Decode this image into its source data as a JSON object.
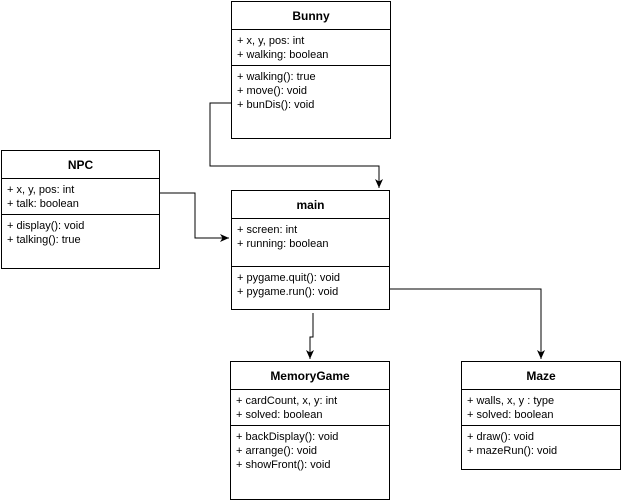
{
  "classes": {
    "bunny": {
      "name": "Bunny",
      "attributes": [
        "+ x, y, pos: int",
        "+ walking: boolean"
      ],
      "methods": [
        "+ walking(): true",
        "+ move(): void",
        "+ bunDis(): void"
      ]
    },
    "npc": {
      "name": "NPC",
      "attributes": [
        "+ x, y, pos: int",
        "+ talk: boolean"
      ],
      "methods": [
        "+ display(): void",
        "+ talking(): true"
      ]
    },
    "main": {
      "name": "main",
      "attributes": [
        "+ screen: int",
        "+ running: boolean"
      ],
      "methods": [
        "+ pygame.quit(): void",
        "+ pygame.run(): void"
      ]
    },
    "memorygame": {
      "name": "MemoryGame",
      "attributes": [
        "+ cardCount, x, y: int",
        "+ solved: boolean"
      ],
      "methods": [
        "+ backDisplay(): void",
        "+ arrange(): void",
        "+ showFront(): void"
      ]
    },
    "maze": {
      "name": "Maze",
      "attributes": [
        "+ walls, x, y : type",
        "+ solved: boolean"
      ],
      "methods": [
        "+ draw(): void",
        "+ mazeRun(): void"
      ]
    }
  },
  "edges": [
    {
      "from": "bunny",
      "to": "main"
    },
    {
      "from": "npc",
      "to": "main"
    },
    {
      "from": "main",
      "to": "memorygame"
    },
    {
      "from": "main",
      "to": "maze"
    }
  ],
  "colors": {
    "stroke": "#000000",
    "fill": "#ffffff"
  }
}
